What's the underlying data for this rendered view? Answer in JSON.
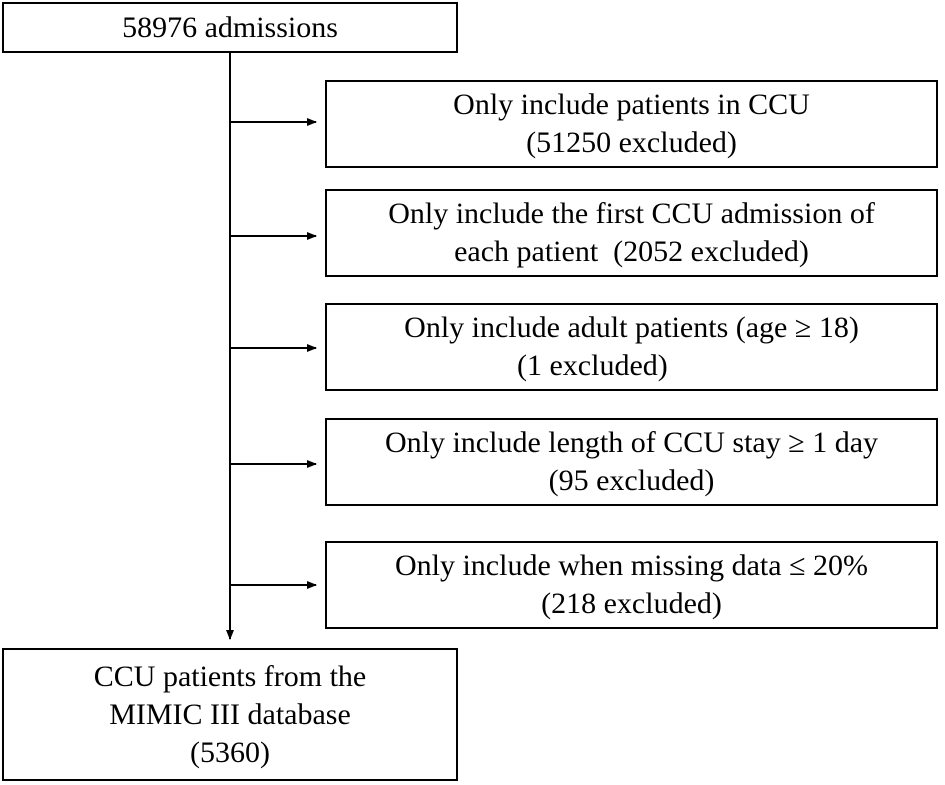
{
  "top_box": {
    "text": "58976 admissions"
  },
  "exclusions": [
    {
      "line1": "Only include patients in CCU",
      "line2": "(51250 excluded)"
    },
    {
      "line1": "Only include the first CCU admission of",
      "line2": "each patient  (2052 excluded)"
    },
    {
      "line1": "Only include adult patients (age ≥ 18)",
      "line2": "(1 excluded)"
    },
    {
      "line1": "Only include length of CCU stay ≥ 1 day",
      "line2": "(95 excluded)"
    },
    {
      "line1": "Only include when missing data ≤ 20%",
      "line2": "(218 excluded)"
    }
  ],
  "bottom_box": {
    "line1": "CCU patients from the",
    "line2": "MIMIC III database",
    "line3": "(5360)"
  },
  "colors": {
    "stroke": "#000000",
    "background": "#ffffff"
  }
}
